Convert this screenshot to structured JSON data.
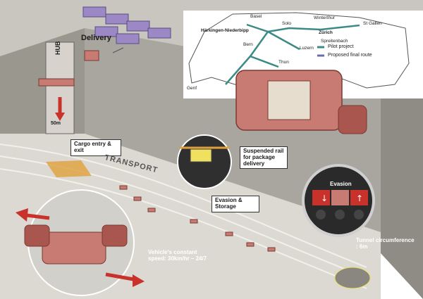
{
  "labels": {
    "delivery": "Delivery",
    "hub": "HUB",
    "depth": "50m",
    "cargo_entry": "Cargo entry & exit",
    "transport": "TRANSPORT",
    "suspended_rail": "Suspended rail for package delivery",
    "evasion_storage": "Evasion & Storage",
    "evasion": "Evasion",
    "tunnel_circumference": "Tunnel circumference : 6m",
    "vehicle_speed": "Vehicle's constant speed: 30km/hr – 24/7"
  },
  "map": {
    "cities": [
      "Basel",
      "Solo",
      "Winterthur",
      "Härkingen-Niederbipp",
      "Zürich",
      "St Gallen",
      "Spreitenbach",
      "Bern",
      "Luzern",
      "Thun",
      "Genf"
    ],
    "legend": [
      "Pilot project",
      "Proposed final route"
    ]
  },
  "colors": {
    "wall": "#a6a39c",
    "wall_dark": "#8e8b84",
    "floor": "#d9d6cf",
    "vehicle": "#c87b72",
    "vehicle_dark": "#a9564f",
    "truck": "#9b88c4",
    "route_pilot": "#3b8a86",
    "route_final": "#6b6bb0",
    "arrow_red": "#c8322b"
  }
}
